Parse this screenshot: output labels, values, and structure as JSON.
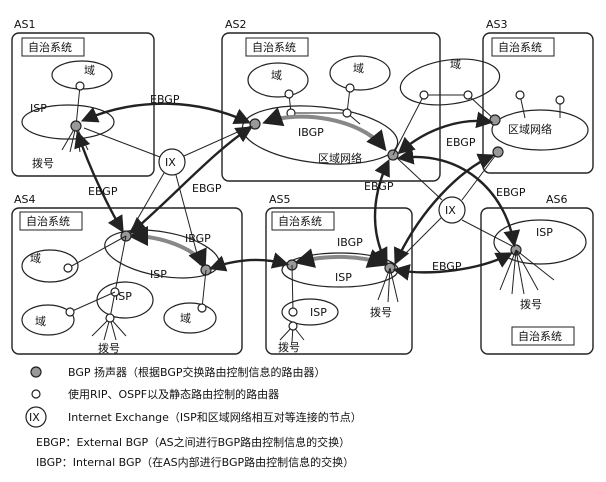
{
  "as_labels": [
    "AS1",
    "AS2",
    "AS3",
    "AS4",
    "AS5",
    "AS6"
  ],
  "autonomous_system": "自治系统",
  "domain": "域",
  "isp": "ISP",
  "dialup": "拨号",
  "regional_net": "区域网络",
  "ibgp": "IBGP",
  "ebgp": "EBGP",
  "ix": "IX",
  "legend": {
    "bgp_speaker": "BGP 扬声器（根据BGP交换路由控制信息的路由器）",
    "rip_router": "使用RIP、OSPF以及静态路由控制的路由器",
    "ix_line": "Internet Exchange（ISP和区域网络相互对等连接的节点）",
    "ebgp_line": "EBGP：External BGP（AS之间进行BGP路由控制信息的交换）",
    "ibgp_line": "IBGP：Internal BGP（在AS内部进行BGP路由控制信息的交换）"
  }
}
